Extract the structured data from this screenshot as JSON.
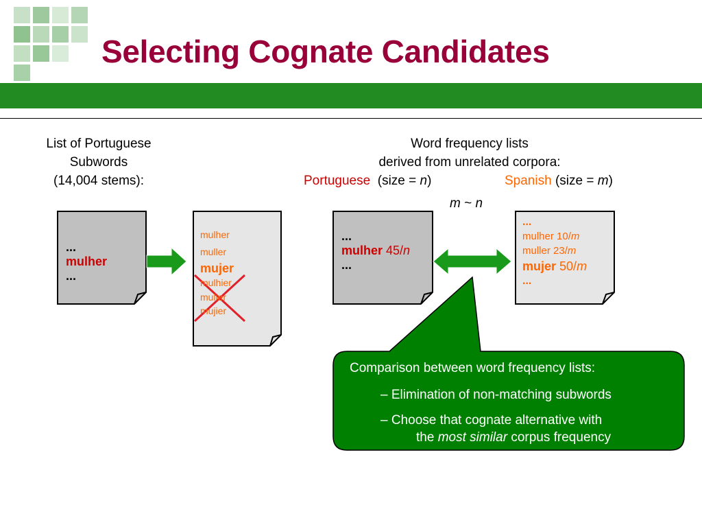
{
  "slide": {
    "title": "Selecting Cognate Candidates",
    "left_header": {
      "line1": "List of Portuguese",
      "line2": "Subwords",
      "line3": "(14,004 stems):"
    },
    "right_header": {
      "line1": "Word frequency lists",
      "line2": "derived from unrelated corpora:",
      "portuguese_label": "Portuguese",
      "portuguese_size_open": "(size = ",
      "portuguese_size_var": "n",
      "portuguese_size_close": ")",
      "spanish_label": "Spanish",
      "spanish_size_open": "(size = ",
      "spanish_size_var": "m",
      "spanish_size_close": ")",
      "approx_m": "m",
      "approx_sym": " ~ ",
      "approx_n": "n"
    },
    "doc1": {
      "line1": "...",
      "line2": "mulher",
      "line3": "..."
    },
    "doc2": {
      "items": [
        "mulher",
        "muller"
      ],
      "bold_item": "mujer",
      "crossed_items": [
        "mulhier",
        "mulier",
        "mujier"
      ]
    },
    "doc3": {
      "line1": "...",
      "word": "mulher",
      "freq_num": " 45/",
      "freq_var": "n",
      "line3": "..."
    },
    "doc4": {
      "line1": "...",
      "row1_word": "mulher 10/",
      "row1_var": "m",
      "row2_word": "muller 23/",
      "row2_var": "m",
      "bold_word": "mujer",
      "bold_freq": " 50/",
      "bold_var": "m",
      "line_last": "..."
    },
    "callout": {
      "heading": "Comparison between word frequency lists:",
      "bullet1": "– Elimination of non-matching subwords",
      "bullet2": "– Choose that cognate alternative with",
      "bullet2_cont_prefix": "the ",
      "bullet2_cont_em": "most similar",
      "bullet2_cont_suffix": " corpus frequency"
    },
    "colors": {
      "title": "#99003a",
      "header_bar": "#228b22",
      "arrow": "#1a9a1a",
      "callout_bg": "#008000",
      "red_word": "#cc0000",
      "orange_word": "#ff6600",
      "cross": "#e0202a"
    }
  }
}
